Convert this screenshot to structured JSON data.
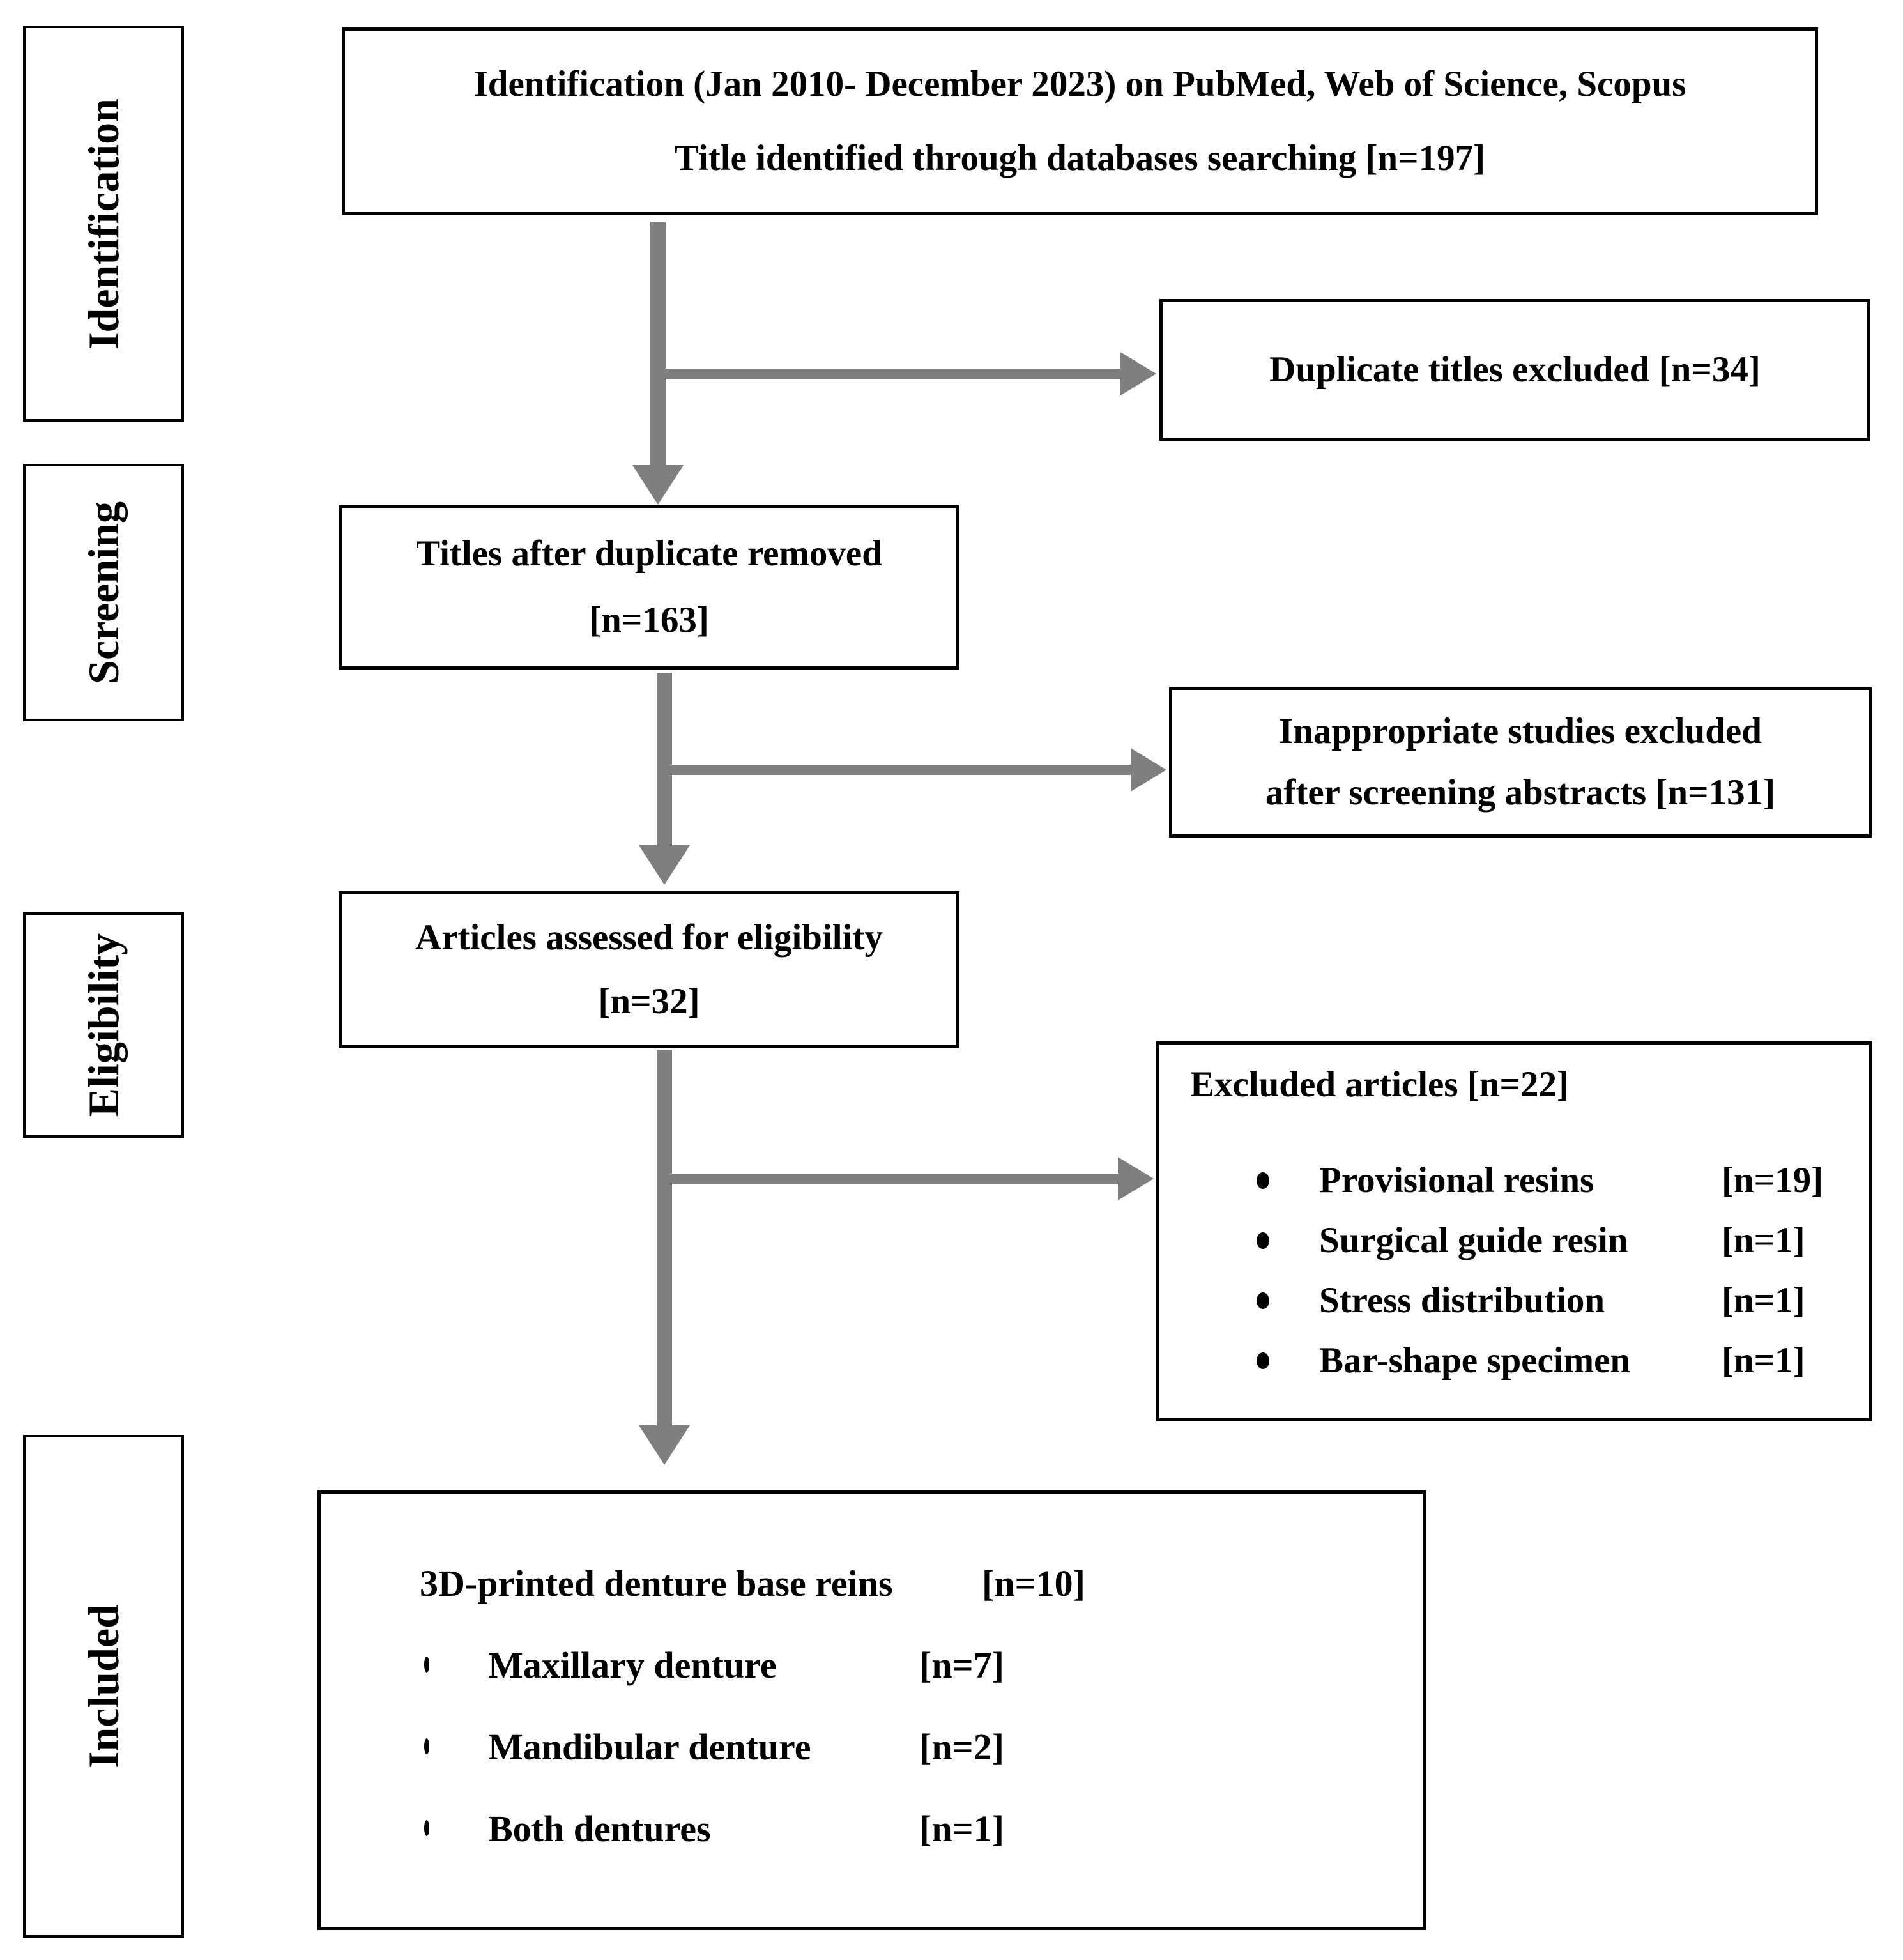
{
  "colors": {
    "arrow": "#7f7f7f",
    "border": "#000000",
    "text": "#000000",
    "background": "#ffffff"
  },
  "sidebar": {
    "stages": [
      {
        "label": "Identification"
      },
      {
        "label": "Screening"
      },
      {
        "label": "Eligibility"
      },
      {
        "label": "Included"
      }
    ]
  },
  "flow": {
    "identification_box": {
      "line1": "Identification (Jan 2010- December 2023) on PubMed, Web of Science, Scopus",
      "line2": "Title identified through databases searching [n=197]"
    },
    "duplicates_box": {
      "text": "Duplicate titles excluded [n=34]"
    },
    "titles_box": {
      "line1": "Titles after duplicate removed",
      "line2": "[n=163]"
    },
    "inappropriate_box": {
      "line1": "Inappropriate studies excluded",
      "line2": "after screening abstracts [n=131]"
    },
    "articles_box": {
      "line1": "Articles assessed for eligibility",
      "line2": "[n=32]"
    },
    "excluded_box": {
      "header": "Excluded articles [n=22]",
      "items": [
        {
          "label": "Provisional resins",
          "count": "[n=19]"
        },
        {
          "label": "Surgical guide resin",
          "count": "[n=1]"
        },
        {
          "label": "Stress distribution",
          "count": "[n=1]"
        },
        {
          "label": "Bar-shape specimen",
          "count": "[n=1]"
        }
      ]
    },
    "included_box": {
      "main": {
        "label": "3D-printed denture base reins",
        "count": "[n=10]"
      },
      "subitems": [
        {
          "label": "Maxillary denture",
          "count": "[n=7]"
        },
        {
          "label": "Mandibular denture",
          "count": "[n=2]"
        },
        {
          "label": "Both dentures",
          "count": "[n=1]"
        }
      ]
    }
  }
}
